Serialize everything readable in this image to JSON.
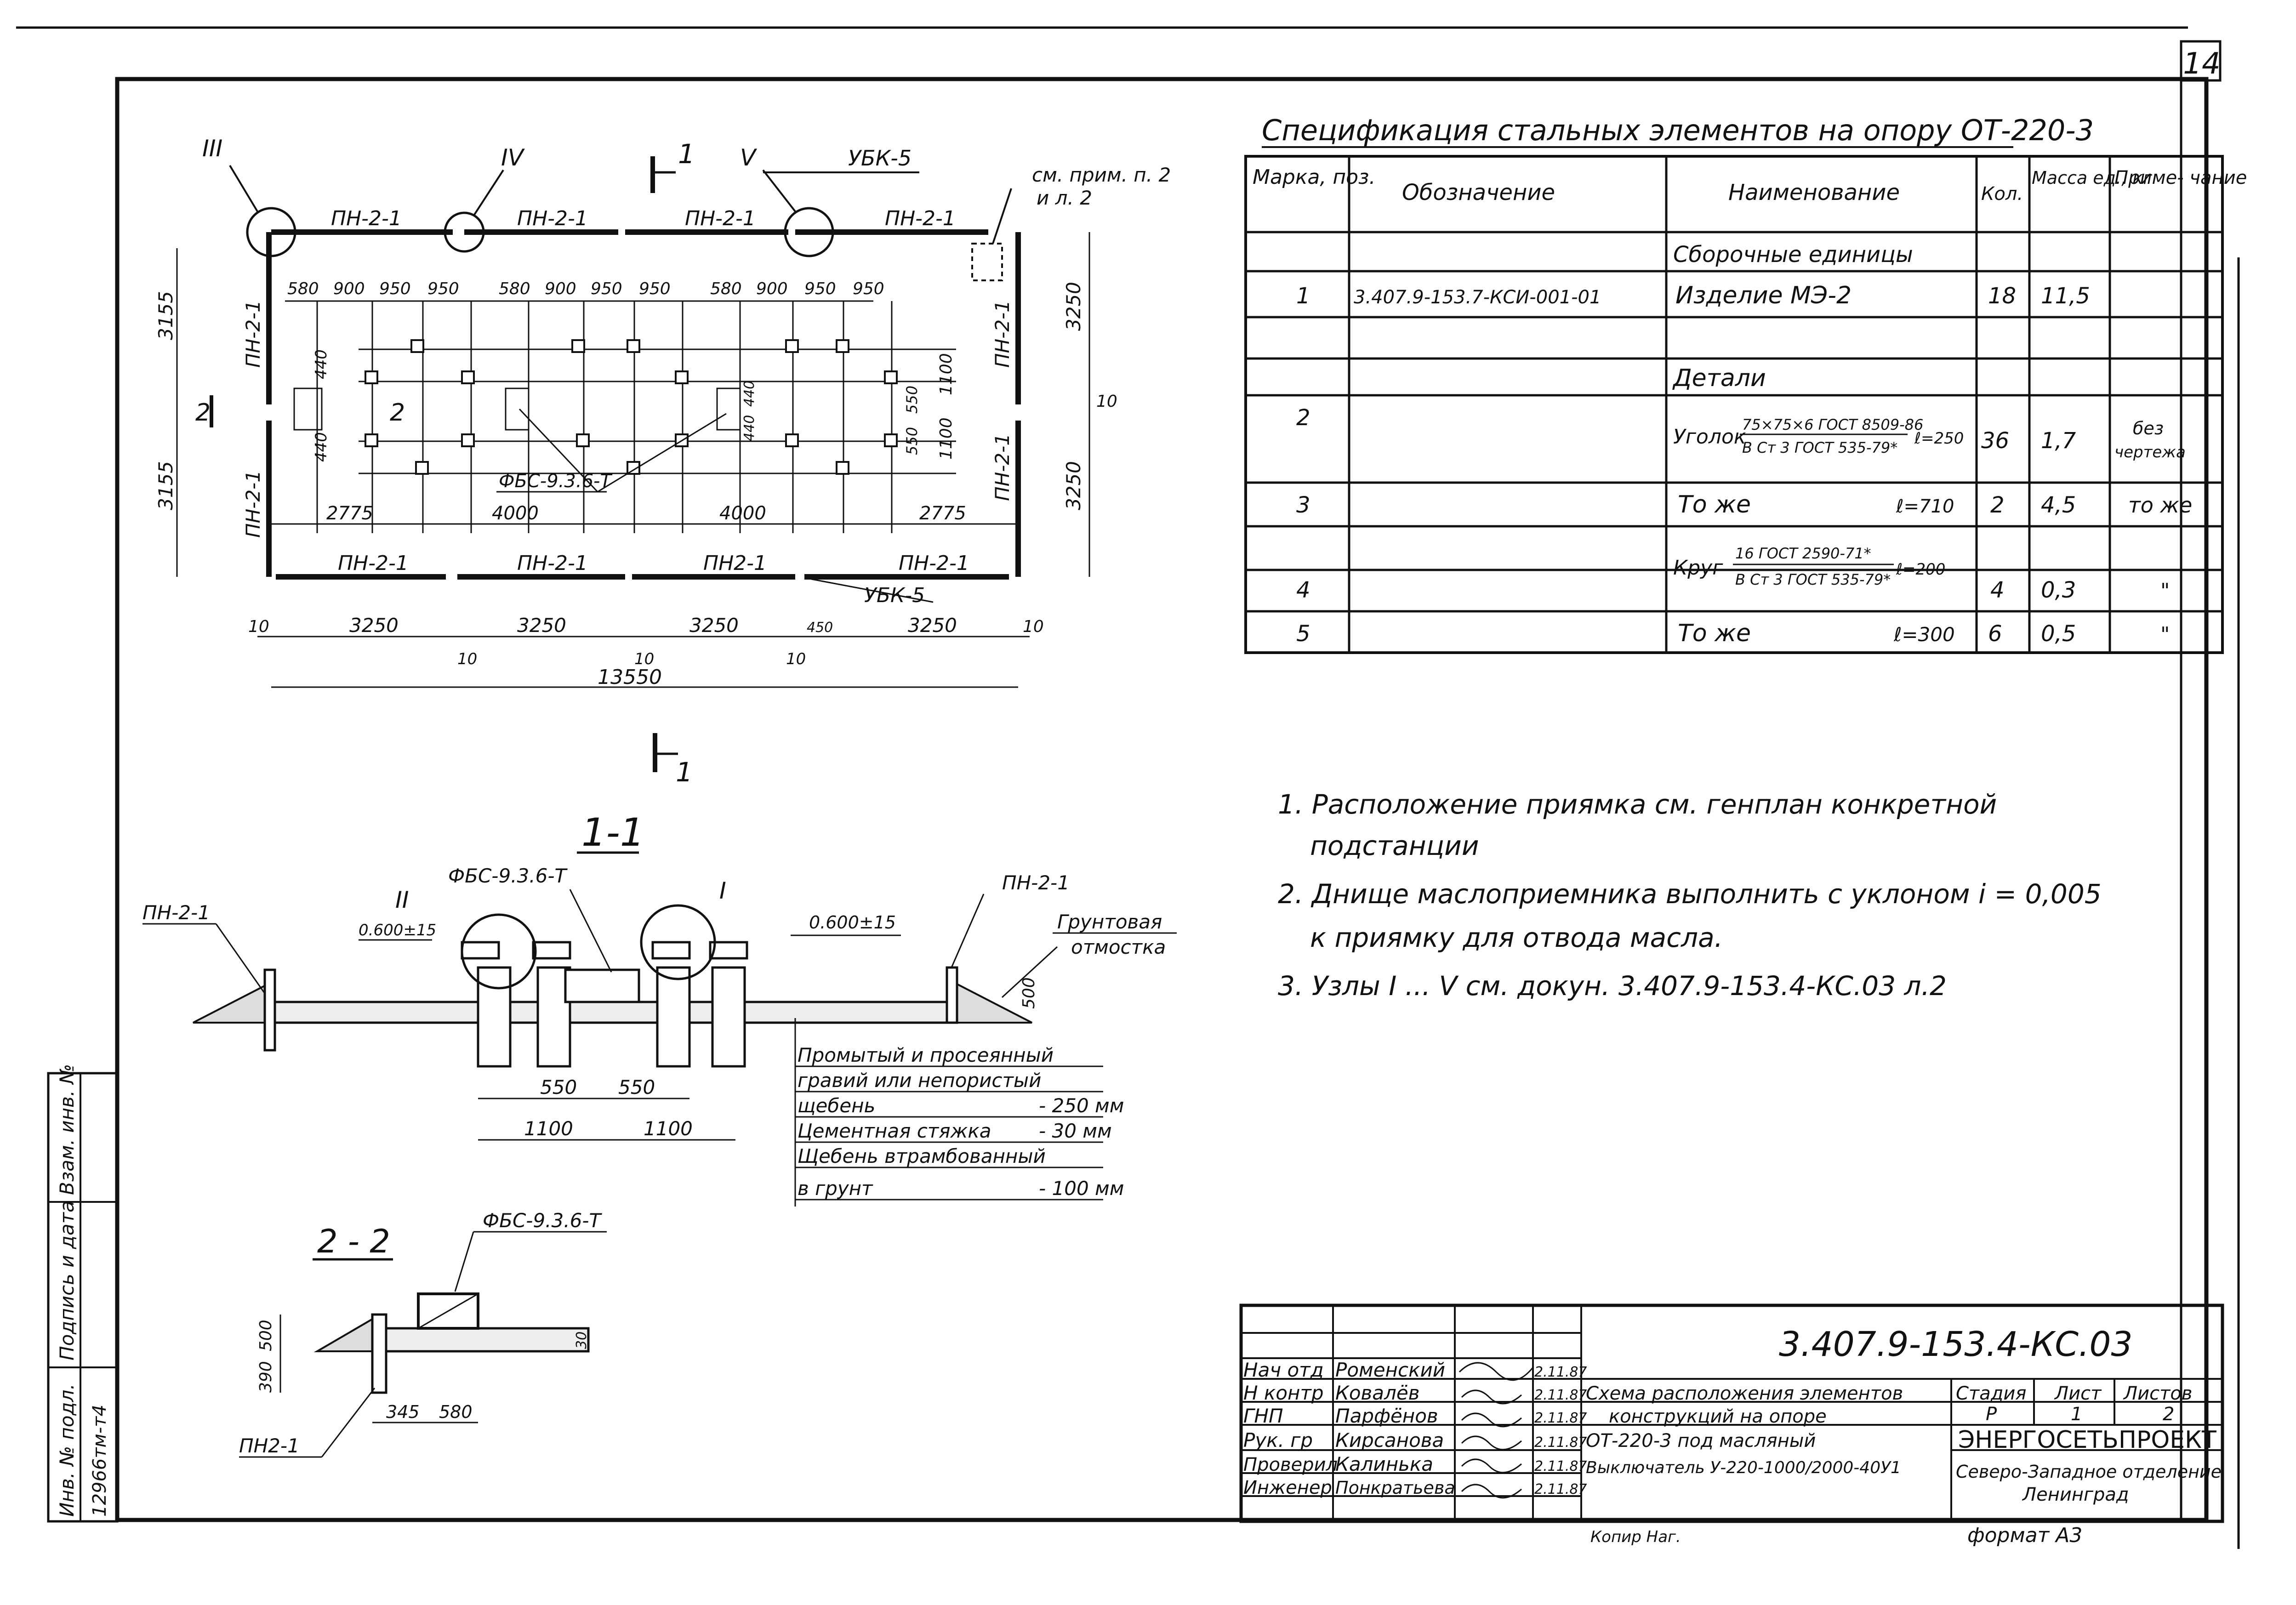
{
  "sheet_number": "14",
  "plan": {
    "section_markers": [
      "III",
      "IV",
      "V"
    ],
    "section_mark_1": "1",
    "section_mark_2": "2",
    "ubk_top": "УБК-5",
    "ubk_bottom": "УБК-5",
    "note_ref": "см. прим. п. 2",
    "note_ref2": "и л. 2",
    "top_panels": [
      "ПН-2-1",
      "ПН-2-1",
      "ПН-2-1",
      "ПН-2-1"
    ],
    "bottom_panels": [
      "ПН-2-1",
      "ПН-2-1",
      "ПН2-1",
      "ПН-2-1"
    ],
    "left_panels": [
      "ПН-2-1",
      "ПН-2-1"
    ],
    "right_panels": [
      "ПН-2-1",
      "ПН-2-1"
    ],
    "left_dims": [
      "3155",
      "3155"
    ],
    "right_dims": [
      "3250",
      "3250",
      "10"
    ],
    "column_spacing": [
      "580",
      "900",
      "950",
      "950",
      "580",
      "900",
      "950",
      "950",
      "580",
      "900",
      "950",
      "950"
    ],
    "inner_dims": [
      "440",
      "440",
      "1100",
      "1100",
      "550",
      "550",
      "440",
      "440"
    ],
    "foundation_label": "ФБС-9.3.6-Т",
    "mid_dims": [
      "2775",
      "4000",
      "4000",
      "2775"
    ],
    "bottom_dims": [
      "10",
      "3250",
      "3250",
      "3250",
      "450",
      "3250",
      "10"
    ],
    "bottom_small": [
      "10",
      "10",
      "10"
    ],
    "overall": "13550"
  },
  "section11": {
    "title": "1-1",
    "labels": [
      "ПН-2-1",
      "ФБС-9.3.6-Т",
      "ПН-2-1"
    ],
    "nodes": [
      "II",
      "I"
    ],
    "level_left": "0.600±15",
    "level_right": "0.600±15",
    "ground_label": "Грунтовая",
    "ground_label2": "отмостка",
    "h500": "500",
    "dims": [
      "550",
      "550",
      "1100",
      "1100"
    ],
    "layers": [
      {
        "name": "Промытый и просеянный",
        "value": ""
      },
      {
        "name": "гравий или непористый",
        "value": ""
      },
      {
        "name": "щебень",
        "value": "- 250 мм"
      },
      {
        "name": "Цементная стяжка",
        "value": "- 30 мм"
      },
      {
        "name": "Щебень втрамбованный",
        "value": ""
      },
      {
        "name": "в грунт",
        "value": "- 100 мм"
      }
    ]
  },
  "section22": {
    "title": "2 - 2",
    "label_top": "ФБС-9.3.6-Т",
    "label_bottom": "ПН2-1",
    "h500": "500",
    "h390": "390",
    "h30": "30",
    "d345": "345",
    "d580": "580"
  },
  "spec": {
    "title": "Спецификация стальных элементов на опору ОТ-220-3",
    "headers": [
      "Марка, поз.",
      "Обозначение",
      "Наименование",
      "Кол.",
      "Масса ед., кг",
      "Приме- чание"
    ],
    "group_assembly": "Сборочные единицы",
    "group_details": "Детали",
    "rows": [
      {
        "pos": "1",
        "code": "3.407.9-153.7-КСИ-001-01",
        "name": "Изделие МЭ-2",
        "qty": "18",
        "mass": "11,5",
        "note": ""
      },
      {
        "pos": "2",
        "code": "",
        "name": "Уголок",
        "frac_top": "75×75×6 ГОСТ 8509-86",
        "frac_bot": "В Ст 3 ГОСТ 535-79*",
        "len": "ℓ=250",
        "qty": "36",
        "mass": "1,7",
        "note": "без",
        "note2": "чертежа"
      },
      {
        "pos": "3",
        "code": "",
        "name": "То же",
        "len": "ℓ=710",
        "qty": "2",
        "mass": "4,5",
        "note": "то же"
      },
      {
        "pos": "4",
        "code": "",
        "name": "Круг",
        "frac_top": "16 ГОСТ 2590-71*",
        "frac_bot": "В Ст 3 ГОСТ 535-79*",
        "len": "ℓ=200",
        "qty": "4",
        "mass": "0,3",
        "note": "\""
      },
      {
        "pos": "5",
        "code": "",
        "name": "То же",
        "len": "ℓ=300",
        "qty": "6",
        "mass": "0,5",
        "note": "\""
      }
    ]
  },
  "notes": [
    "1. Расположение приямка см. генплан конкретной",
    "подстанции",
    "2. Днище маслоприемника выполнить с уклоном i = 0,005",
    "к приямку для отвода масла.",
    "3. Узлы I ... V см. докун. 3.407.9-153.4-КС.03 л.2"
  ],
  "stamp": {
    "code": "3.407.9-153.4-КС.03",
    "roles": [
      "Нач отд",
      "Н контр",
      "ГНП",
      "Рук. гр",
      "Проверил",
      "Инженер"
    ],
    "names": [
      "Роменский",
      "Ковалёв",
      "Парфёнов",
      "Кирсанова",
      "Калинька",
      "Понкратьева"
    ],
    "dates": [
      "2.11.87",
      "2.11.87",
      "2.11.87",
      "2.11.87",
      "2.11.87",
      "2.11.87"
    ],
    "desc": [
      "Схема расположения элементов",
      "конструкций на опоре",
      "ОТ-220-3 под масляный",
      "Выключатель У-220-1000/2000-40У1"
    ],
    "stage_label": "Стадия",
    "sheet_label": "Лист",
    "sheets_label": "Листов",
    "stage": "Р",
    "sheet": "1",
    "sheets": "2",
    "org": "ЭНЕРГОСЕТЬПРОЕКТ",
    "org_sub": "Северо-Западное отделение",
    "org_city": "Ленинград",
    "copied": "Копир Наг.",
    "format": "формат А3"
  },
  "side_stamp": {
    "labels": [
      "Инв. № подл.",
      "Подпись и дата",
      "Взам. инв. №"
    ],
    "inv": "12966тм-т4"
  }
}
